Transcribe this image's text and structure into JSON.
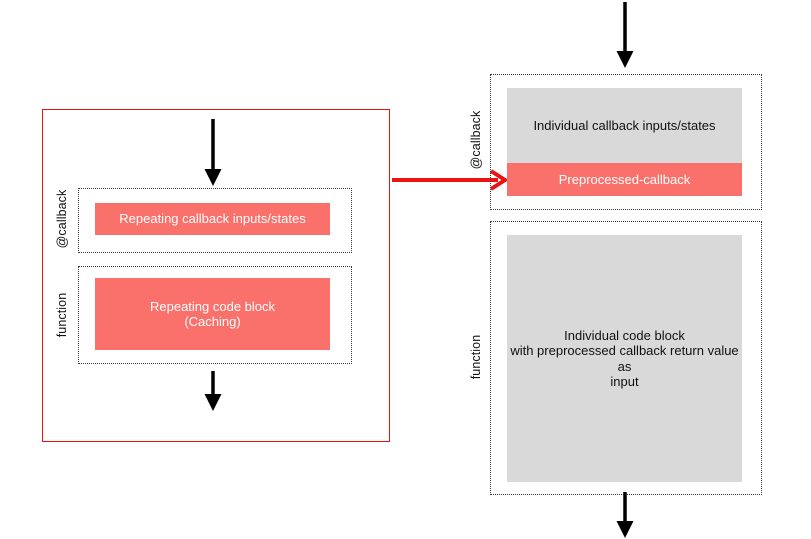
{
  "colors": {
    "salmon": "#FA716B",
    "gray": "#D9D9D9",
    "red": "#ED1212",
    "dot": "#383838",
    "text-dark": "#111111",
    "text-light": "#FFFFFF"
  },
  "left": {
    "callback": {
      "label": "@callback",
      "block": {
        "lines": [
          "Repeating callback inputs/states"
        ]
      }
    },
    "function": {
      "label": "function",
      "block": {
        "lines": [
          "Repeating code block",
          "(Caching)"
        ]
      }
    }
  },
  "right": {
    "callback": {
      "label": "@callback",
      "inputs_block": {
        "lines": [
          "Individual callback inputs/states"
        ]
      },
      "preprocessed_block": {
        "lines": [
          "Preprocessed-callback"
        ]
      }
    },
    "function": {
      "label": "function",
      "block": {
        "lines": [
          "Individual code block",
          "with preprocessed callback return value as",
          "input"
        ]
      }
    }
  }
}
